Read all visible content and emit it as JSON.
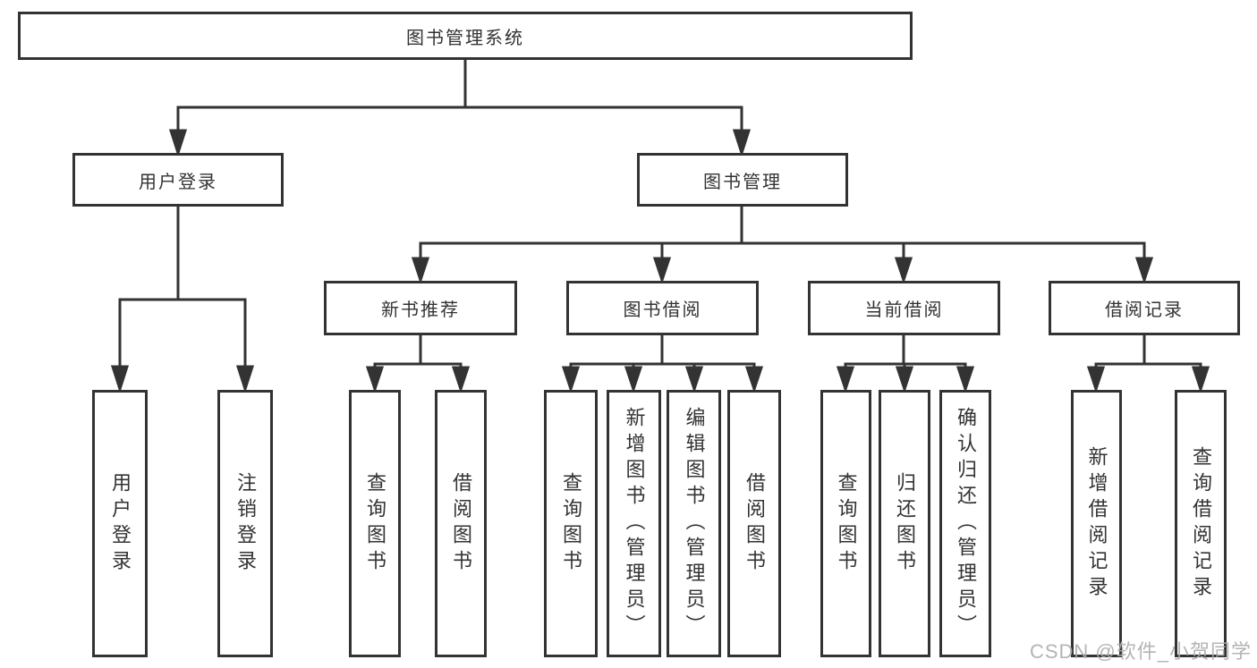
{
  "diagram": {
    "title": "图书管理系统",
    "level2": [
      {
        "label": "用户登录"
      },
      {
        "label": "图书管理"
      }
    ],
    "level3": [
      {
        "label": "新书推荐"
      },
      {
        "label": "图书借阅"
      },
      {
        "label": "当前借阅"
      },
      {
        "label": "借阅记录"
      }
    ],
    "leaves": {
      "user_login": [
        "用户登录",
        "注销登录"
      ],
      "new_books": [
        "查询图书",
        "借阅图书"
      ],
      "book_borrow": [
        "查询图书",
        "新增图书（管理员）",
        "编辑图书（管理员）",
        "借阅图书"
      ],
      "current_borrow": [
        "查询图书",
        "归还图书",
        "确认归还（管理员）"
      ],
      "borrow_records": [
        "新增借阅记录",
        "查询借阅记录"
      ]
    }
  },
  "colors": {
    "line": "#333333",
    "text": "#333333",
    "watermark": "#acacac"
  },
  "watermark": "CSDN @软件_小贺同学"
}
